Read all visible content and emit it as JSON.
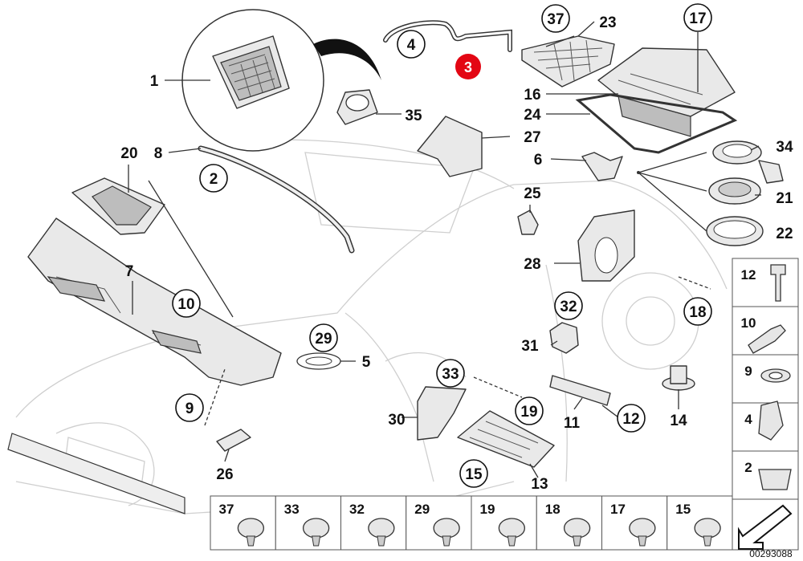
{
  "diagram_id": "00293088",
  "highlight_color": "#e30613",
  "highlight_label": "3",
  "callouts": [
    {
      "label": "1",
      "circled": false
    },
    {
      "label": "4",
      "circled": true
    },
    {
      "label": "37",
      "circled": true
    },
    {
      "label": "23",
      "circled": false
    },
    {
      "label": "17",
      "circled": true
    },
    {
      "label": "16",
      "circled": false
    },
    {
      "label": "35",
      "circled": false
    },
    {
      "label": "24",
      "circled": false
    },
    {
      "label": "27",
      "circled": false
    },
    {
      "label": "20",
      "circled": false
    },
    {
      "label": "8",
      "circled": false
    },
    {
      "label": "2",
      "circled": true
    },
    {
      "label": "6",
      "circled": false
    },
    {
      "label": "34",
      "circled": false
    },
    {
      "label": "25",
      "circled": false
    },
    {
      "label": "21",
      "circled": false
    },
    {
      "label": "22",
      "circled": false
    },
    {
      "label": "28",
      "circled": false
    },
    {
      "label": "7",
      "circled": false
    },
    {
      "label": "10",
      "circled": true
    },
    {
      "label": "32",
      "circled": true
    },
    {
      "label": "18",
      "circled": true
    },
    {
      "label": "29",
      "circled": true
    },
    {
      "label": "5",
      "circled": false
    },
    {
      "label": "31",
      "circled": false
    },
    {
      "label": "33",
      "circled": true
    },
    {
      "label": "9",
      "circled": true
    },
    {
      "label": "19",
      "circled": true
    },
    {
      "label": "30",
      "circled": false
    },
    {
      "label": "11",
      "circled": false
    },
    {
      "label": "12",
      "circled": true
    },
    {
      "label": "14",
      "circled": false
    },
    {
      "label": "26",
      "circled": false
    },
    {
      "label": "15",
      "circled": true
    },
    {
      "label": "13",
      "circled": false
    }
  ],
  "side_legend": [
    "12",
    "10",
    "9",
    "4",
    "2"
  ],
  "bottom_legend": [
    "37",
    "33",
    "32",
    "29",
    "19",
    "18",
    "17",
    "15"
  ]
}
